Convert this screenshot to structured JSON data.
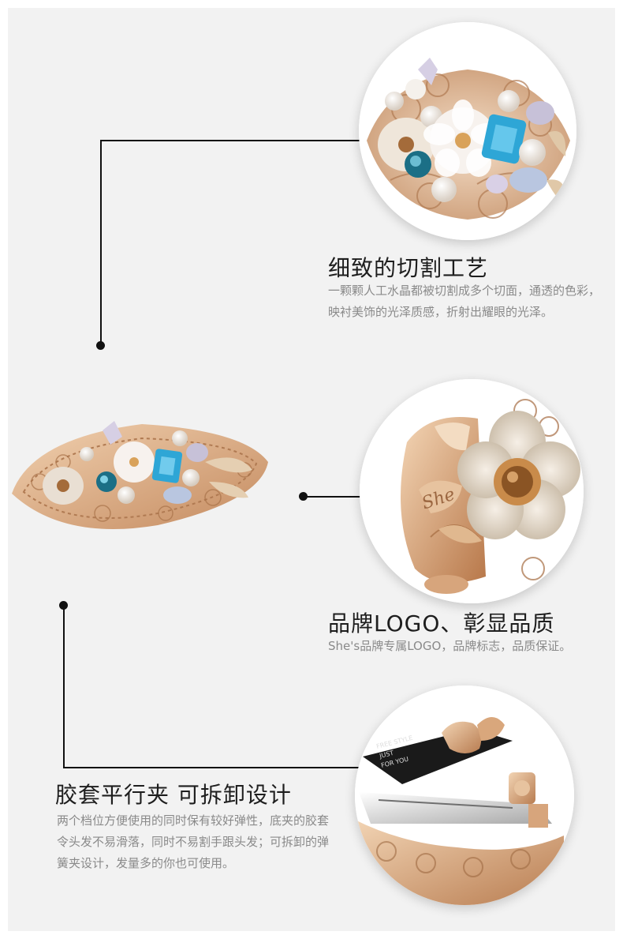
{
  "features": [
    {
      "title": "细致的切割工艺",
      "description": "一颗颗人工水晶都被切割成多个切面，通透的色彩，映衬美饰的光泽质感，折射出耀眼的光泽。"
    },
    {
      "title": "品牌LOGO、彰显品质",
      "description": "She's品牌专属LOGO，品牌标志，品质保证。"
    },
    {
      "title": "胶套平行夹  可拆卸设计",
      "description": "两个档位方便使用的同时保有较好弹性，底夹的胶套令头发不易滑落，同时不易割手跟头发；可拆卸的弹簧夹设计，发量多的你也可使用。"
    }
  ],
  "logo_engraving": "She",
  "spring_label": [
    "FREE STYLE",
    "JUST",
    "FOR YOU"
  ],
  "colors": {
    "panel_bg": "#f2f2f2",
    "title": "#1e1e1e",
    "description": "#8a8a8a",
    "gold": "#d9a77c",
    "blue_crystal": "#2ea6d6",
    "teal_crystal": "#1b6f86"
  }
}
